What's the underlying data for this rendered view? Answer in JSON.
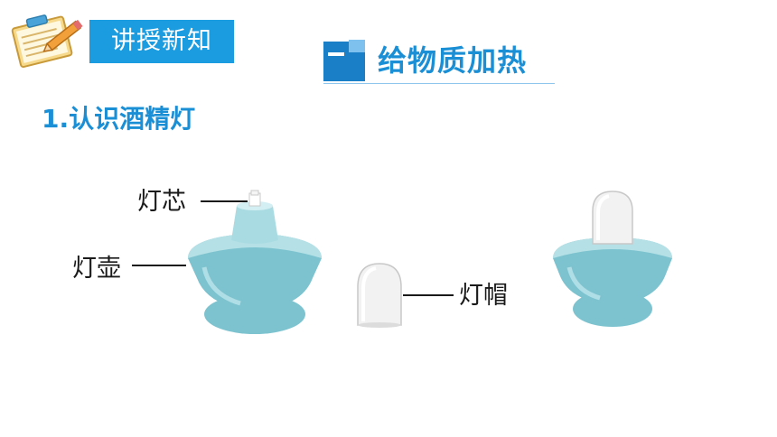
{
  "badge": {
    "label": "讲授新知"
  },
  "section": {
    "title": "给物质加热"
  },
  "subtitle": "1.认识酒精灯",
  "labels": {
    "wick": "灯芯",
    "pot": "灯壶",
    "cap": "灯帽"
  },
  "colors": {
    "accent_blue": "#1b9be0",
    "title_blue": "#1b8fd6",
    "lamp_body": "#7cc3cf",
    "lamp_body_light": "#b5e0e6",
    "cap_white": "#f2f2f2"
  }
}
